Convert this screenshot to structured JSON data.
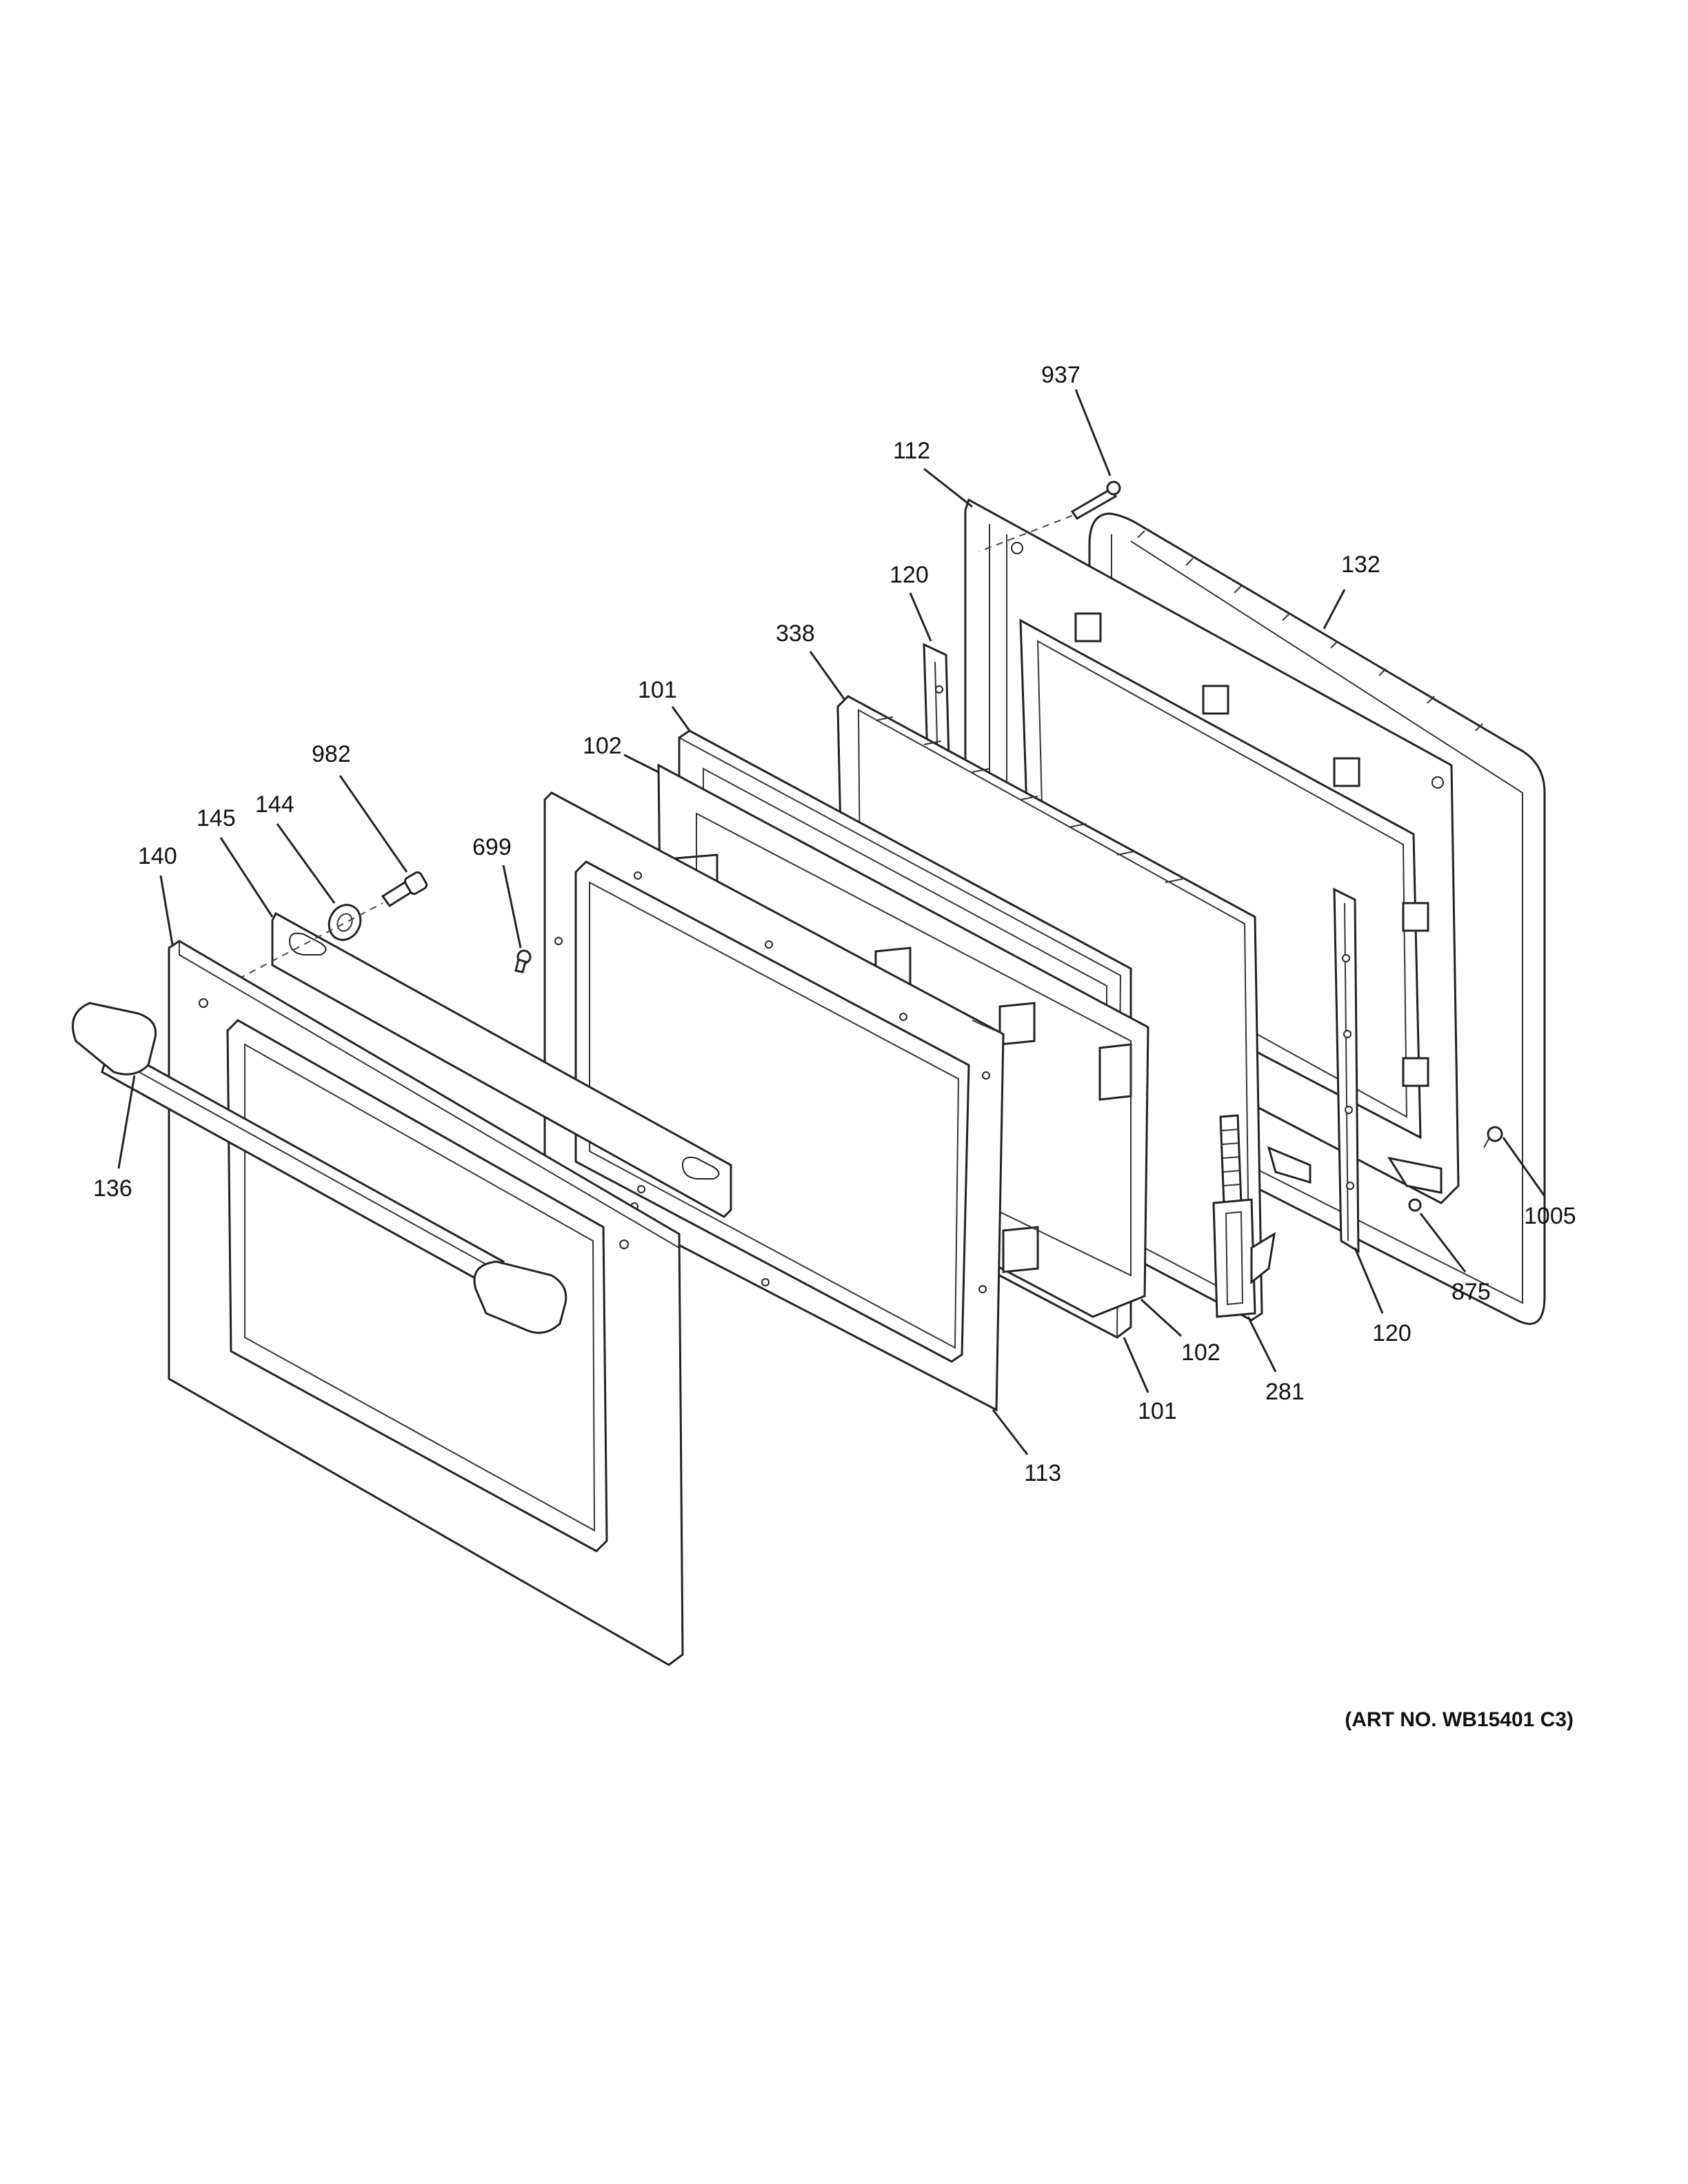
{
  "diagram": {
    "callouts": [
      {
        "id": "c937",
        "text": "937"
      },
      {
        "id": "c112",
        "text": "112"
      },
      {
        "id": "c132",
        "text": "132"
      },
      {
        "id": "c120a",
        "text": "120"
      },
      {
        "id": "c338",
        "text": "338"
      },
      {
        "id": "c101a",
        "text": "101"
      },
      {
        "id": "c102a",
        "text": "102"
      },
      {
        "id": "c982",
        "text": "982"
      },
      {
        "id": "c144",
        "text": "144"
      },
      {
        "id": "c145",
        "text": "145"
      },
      {
        "id": "c140",
        "text": "140"
      },
      {
        "id": "c699",
        "text": "699"
      },
      {
        "id": "c136",
        "text": "136"
      },
      {
        "id": "c1005",
        "text": "1005"
      },
      {
        "id": "c875",
        "text": "875"
      },
      {
        "id": "c120b",
        "text": "120"
      },
      {
        "id": "c102b",
        "text": "102"
      },
      {
        "id": "c281",
        "text": "281"
      },
      {
        "id": "c101b",
        "text": "101"
      },
      {
        "id": "c113",
        "text": "113"
      }
    ],
    "art_number": "(ART NO. WB15401 C3)"
  }
}
